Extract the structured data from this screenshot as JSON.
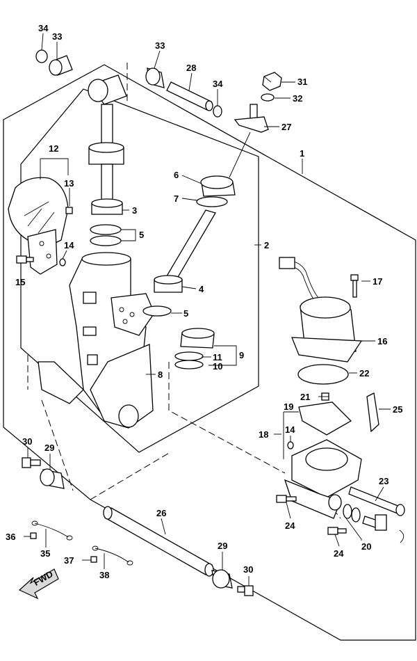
{
  "fwd_label": "FWD",
  "callouts": [
    {
      "id": "c34a",
      "text": "34"
    },
    {
      "id": "c33a",
      "text": "33"
    },
    {
      "id": "c33b",
      "text": "33"
    },
    {
      "id": "c28",
      "text": "28"
    },
    {
      "id": "c34b",
      "text": "34"
    },
    {
      "id": "c31",
      "text": "31"
    },
    {
      "id": "c32",
      "text": "32"
    },
    {
      "id": "c27",
      "text": "27"
    },
    {
      "id": "c1",
      "text": "1"
    },
    {
      "id": "c12",
      "text": "12"
    },
    {
      "id": "c13",
      "text": "13"
    },
    {
      "id": "c6",
      "text": "6"
    },
    {
      "id": "c7",
      "text": "7"
    },
    {
      "id": "c3",
      "text": "3"
    },
    {
      "id": "c5a",
      "text": "5"
    },
    {
      "id": "c2",
      "text": "2"
    },
    {
      "id": "c14a",
      "text": "14"
    },
    {
      "id": "c15",
      "text": "15"
    },
    {
      "id": "c4",
      "text": "4"
    },
    {
      "id": "c17",
      "text": "17"
    },
    {
      "id": "c5b",
      "text": "5"
    },
    {
      "id": "c16",
      "text": "16"
    },
    {
      "id": "c9",
      "text": "9"
    },
    {
      "id": "c11",
      "text": "11"
    },
    {
      "id": "c10",
      "text": "10"
    },
    {
      "id": "c8",
      "text": "8"
    },
    {
      "id": "c22",
      "text": "22"
    },
    {
      "id": "c21",
      "text": "21"
    },
    {
      "id": "c19",
      "text": "19"
    },
    {
      "id": "c25",
      "text": "25"
    },
    {
      "id": "c18",
      "text": "18"
    },
    {
      "id": "c14b",
      "text": "14"
    },
    {
      "id": "c30a",
      "text": "30"
    },
    {
      "id": "c29a",
      "text": "29"
    },
    {
      "id": "c23",
      "text": "23"
    },
    {
      "id": "c24a",
      "text": "24"
    },
    {
      "id": "c26",
      "text": "26"
    },
    {
      "id": "c24b",
      "text": "24"
    },
    {
      "id": "c20",
      "text": "20"
    },
    {
      "id": "c36",
      "text": "36"
    },
    {
      "id": "c35",
      "text": "35"
    },
    {
      "id": "c37",
      "text": "37"
    },
    {
      "id": "c38",
      "text": "38"
    },
    {
      "id": "c29b",
      "text": "29"
    },
    {
      "id": "c30b",
      "text": "30"
    }
  ]
}
